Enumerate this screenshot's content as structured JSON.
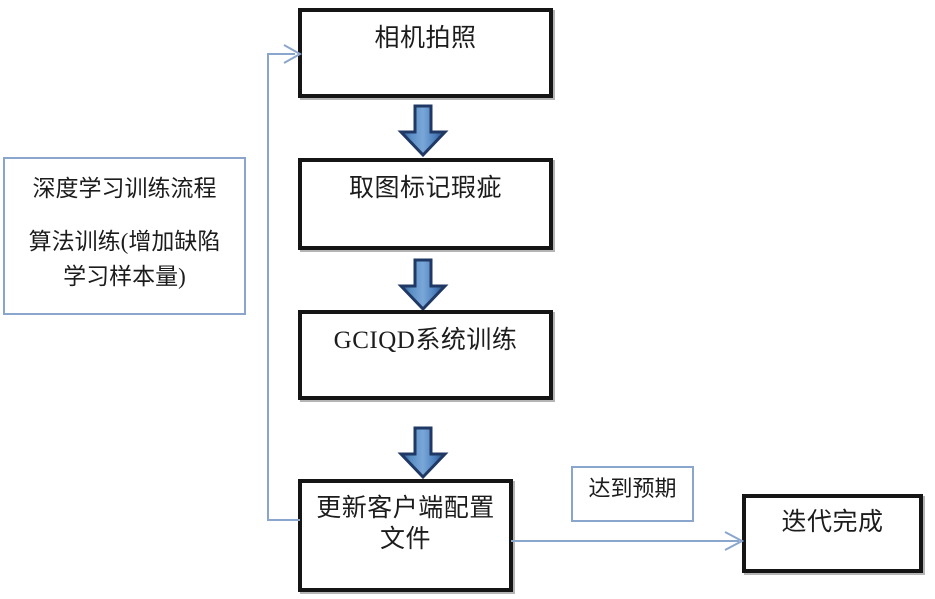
{
  "diagram": {
    "title_text": "深度学习训练流程",
    "type": "flowchart",
    "colors": {
      "box_border": "#151515",
      "thin_border": "#8ba6cd",
      "arrow_fill": "#4a7ebb",
      "arrow_stroke": "#1f3864",
      "connector": "#8ba6cd",
      "text": "#1c1c1c",
      "background": "#ffffff"
    },
    "side_note": {
      "line1": "深度学习训练流程",
      "line2": "算法训练(增加缺陷",
      "line3": "学习样本量)"
    },
    "nodes": [
      {
        "id": "capture",
        "label": "相机拍照"
      },
      {
        "id": "annotate",
        "label": "取图标记瑕疵"
      },
      {
        "id": "train",
        "label": "GCIQD系统训练"
      },
      {
        "id": "update",
        "label": "更新客户端配置\n文件"
      },
      {
        "id": "done",
        "label": "迭代完成"
      }
    ],
    "edge_labels": [
      {
        "id": "expected",
        "label": "达到预期"
      }
    ],
    "edges": [
      {
        "from": "capture",
        "to": "annotate",
        "style": "block-arrow-down"
      },
      {
        "from": "annotate",
        "to": "train",
        "style": "block-arrow-down"
      },
      {
        "from": "train",
        "to": "update",
        "style": "block-arrow-down"
      },
      {
        "from": "update",
        "to": "done",
        "style": "thin-arrow-right",
        "label": "达到预期"
      },
      {
        "from": "update",
        "to": "capture",
        "style": "thin-arrow-feedback"
      }
    ]
  }
}
